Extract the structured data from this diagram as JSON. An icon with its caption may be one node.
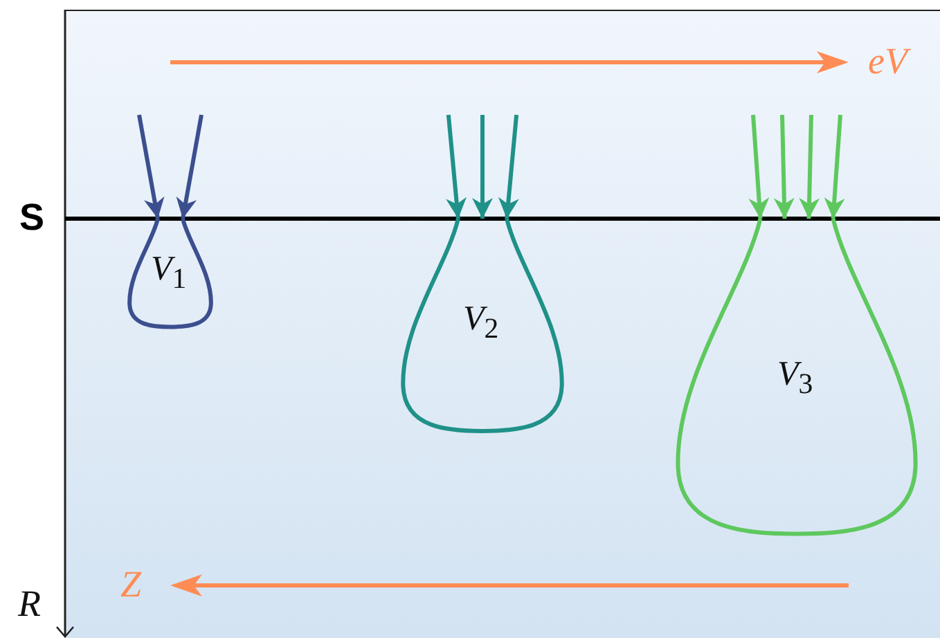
{
  "diagram": {
    "nodes": [
      {
        "text": [
          "*V*$_{1}$"
        ]
      },
      {
        "text": [
          "*V*$_{2}$"
        ]
      },
      {
        "text": [
          "*V*$_{3}$"
        ]
      }
    ],
    "edges": [
      {
        "from": null,
        "to": 0,
        "arrow": "to",
        "color": "#3b4f8f"
      },
      {
        "from": null,
        "to": 0,
        "arrow": "to",
        "color": "#3b4f8f"
      },
      {
        "from": null,
        "to": 1,
        "arrow": "to",
        "color": "#1f9188"
      },
      {
        "from": null,
        "to": 1,
        "arrow": "to",
        "color": "#1f9188"
      },
      {
        "from": null,
        "to": 1,
        "arrow": "to",
        "color": "#1f9188"
      },
      {
        "from": null,
        "to": 2,
        "arrow": "to"
      },
      {
        "from": null,
        "to": 2,
        "arrow": "to"
      },
      {
        "from": null,
        "to": 2,
        "arrow": "to"
      },
      {
        "from": null,
        "to": 2,
        "arrow": "to"
      }
    ],
    "labels": [
      "eV",
      "S",
      "Z",
      "R"
    ]
  }
}
